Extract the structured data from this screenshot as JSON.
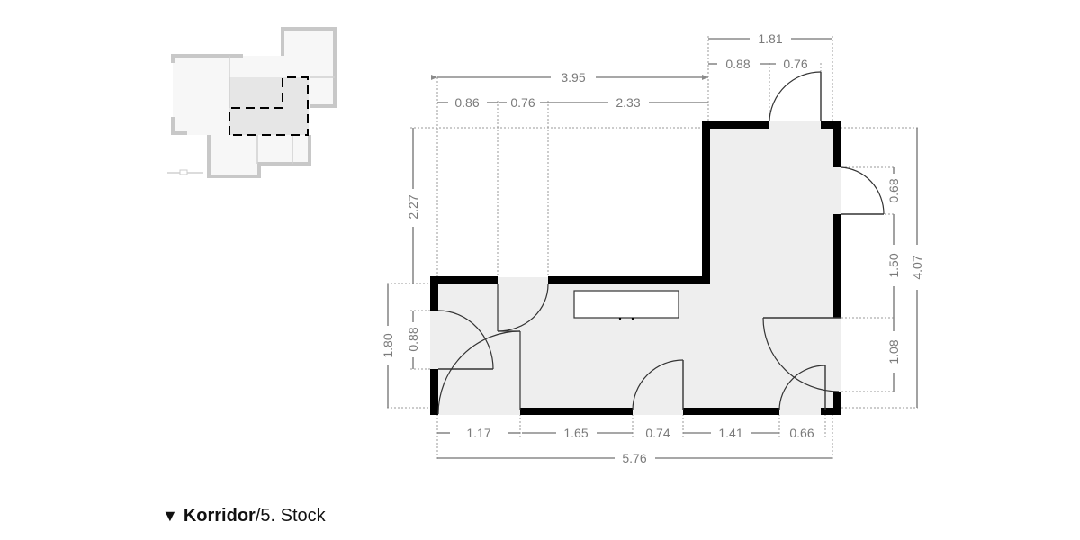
{
  "footer": {
    "toggle_icon": "▼",
    "room_name": "Korridor",
    "separator": "/",
    "floor_name": "5. Stock"
  },
  "floorplan": {
    "room": "Korridor",
    "colors": {
      "wall": "#000000",
      "floor": "#eeeeee",
      "dimension": "#7a7a7a",
      "minimap_wall": "#c8c8c8"
    },
    "dimensions": {
      "top_overall_left": "3.95",
      "top_seg_1": "0.86",
      "top_seg_2": "0.76",
      "top_seg_3": "2.33",
      "top_overall_right": "1.81",
      "top_right_seg_1": "0.88",
      "top_right_seg_2": "0.76",
      "left_upper": "2.27",
      "left_outer": "1.80",
      "left_inner": "0.88",
      "right_seg_1": "0.68",
      "right_seg_2": "1.50",
      "right_seg_3": "1.08",
      "right_overall": "4.07",
      "bottom_seg_1": "1.17",
      "bottom_seg_2": "1.65",
      "bottom_seg_3": "0.74",
      "bottom_seg_4": "1.41",
      "bottom_seg_5": "0.66",
      "bottom_overall": "5.76"
    }
  }
}
